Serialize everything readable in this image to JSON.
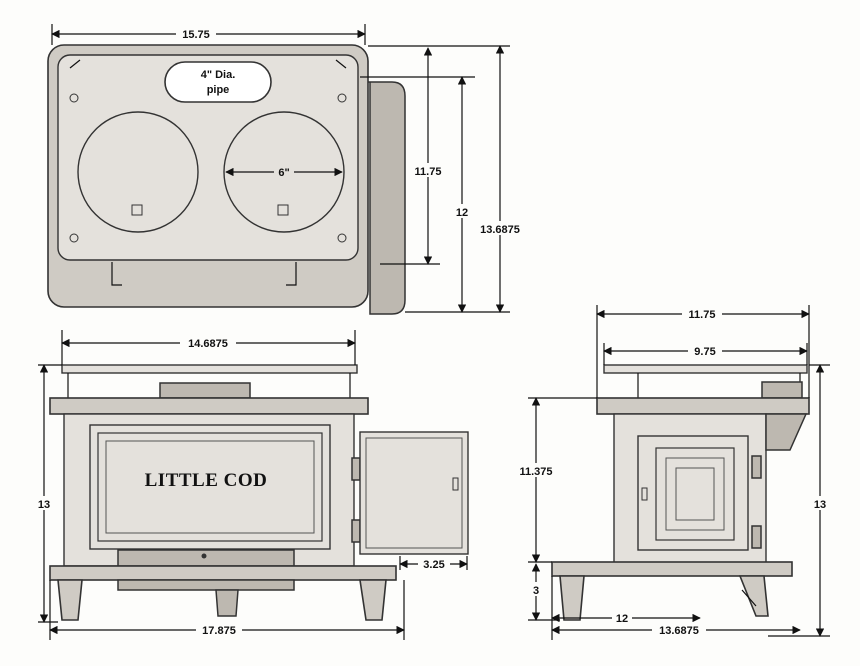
{
  "top_view": {
    "width_label": "15.75",
    "pipe_label_line1": "4\" Dia.",
    "pipe_label_line2": "pipe",
    "burner_label": "6\"",
    "depth_inner_label": "11.75",
    "depth_mid_label": "12",
    "depth_outer_label": "13.6875"
  },
  "front_view": {
    "top_width_label": "14.6875",
    "brand_text": "LITTLE COD",
    "height_label": "13",
    "door_width_label": "3.25",
    "base_width_label": "17.875"
  },
  "side_view": {
    "top_width_label": "11.75",
    "inner_width_label": "9.75",
    "body_height_label": "11.375",
    "total_height_label": "13",
    "leg_height_label": "3",
    "base_inner_label": "12",
    "base_outer_label": "13.6875"
  }
}
